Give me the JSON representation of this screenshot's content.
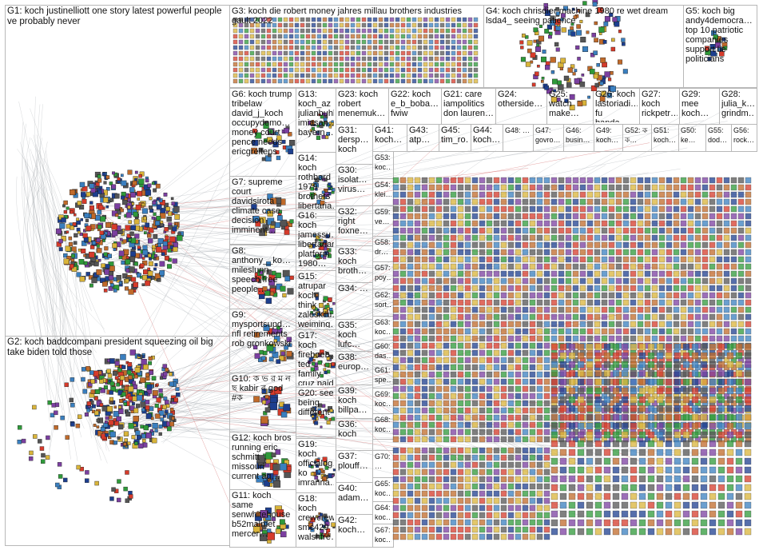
{
  "window": {
    "title": "NodeXL network graph - koch"
  },
  "colors": {
    "panel_border": "#b8b8b8",
    "edge_gray": "#9aa0a6",
    "edge_red": "#c83a3a",
    "edge_green": "#2f8f3a",
    "node_blue": "#1d3f8f",
    "node_red": "#d63b2b",
    "node_green": "#2f9a3a",
    "node_purple": "#7b3fa0",
    "node_yellow": "#d9b43a"
  },
  "groups": [
    {
      "id": "G1",
      "label": "G1: koch justinelliott one story latest powerful people ve probably never"
    },
    {
      "id": "G2",
      "label": "G2: koch baddcompani president squeezing oil big take biden told those"
    },
    {
      "id": "G3",
      "label": "G3: koch die robert money jahres millau brothers industries gault 2022"
    },
    {
      "id": "G4",
      "label": "G4: koch chrisdier machine 1980 re wet dream lsda4_ seeing patience"
    },
    {
      "id": "G5",
      "label": "G5: koch big andy4democra… top 10 patriotic companies support lie politicians"
    },
    {
      "id": "G6",
      "label": "G6: koch trump tribelaw david_j_koch occupydemo… money court pence needs ericgreitens"
    },
    {
      "id": "G7",
      "label": "G7: supreme court davidsirota climate case decision imminent…"
    },
    {
      "id": "G8",
      "label": "G8: anthony__ko… mileslunn speech free people…"
    },
    {
      "id": "G9",
      "label": "G9: mysportsupd… nfl retirements rob gronkowski"
    },
    {
      "id": "G10",
      "label": "G10: ক ভ র ম ন ছ kabir ৰ god #ক"
    },
    {
      "id": "G12",
      "label": "G12: koch bros running eric schmitt missouri current ag…"
    },
    {
      "id": "G11",
      "label": "G11: koch same senwhitehouse b52malmet mercer…"
    },
    {
      "id": "G13",
      "label": "G13: koch_az julianbuhl imiasan… bayern…"
    },
    {
      "id": "G14",
      "label": "G14: koch rothbard 1979 brothers libertaria…"
    },
    {
      "id": "G16",
      "label": "G16: koch jamessu… libertarian platform 1980…"
    },
    {
      "id": "G15",
      "label": "G15: atrupar koch think zaleskilu… weiming…"
    },
    {
      "id": "G17",
      "label": "G17: koch fireboeb… ted family cruz paid escort…"
    },
    {
      "id": "G20",
      "label": "G20: see being different"
    },
    {
      "id": "G19",
      "label": "G19: koch officialdg… ko imranria…"
    },
    {
      "id": "G18",
      "label": "G18: koch crewcrew smc429 walshfre…"
    },
    {
      "id": "G23",
      "label": "G23: koch robert menemuk…"
    },
    {
      "id": "G22",
      "label": "G22: koch e_b_boba… fwiw"
    },
    {
      "id": "G21",
      "label": "G21: care iampolitics don lauren…"
    },
    {
      "id": "G24",
      "label": "G24: otherside…"
    },
    {
      "id": "G25",
      "label": "G25: watch make…"
    },
    {
      "id": "G26",
      "label": "G26: koch lastoriadi… fu banda…"
    },
    {
      "id": "G27",
      "label": "G27: koch rickpetr…"
    },
    {
      "id": "G29",
      "label": "G29: mee koch…"
    },
    {
      "id": "G28",
      "label": "G28: julia_k… grindm…"
    },
    {
      "id": "G31",
      "label": "G31: dersp… koch"
    },
    {
      "id": "G30",
      "label": "G30: isolat… virus…"
    },
    {
      "id": "G32",
      "label": "G32: right foxne…"
    },
    {
      "id": "G33",
      "label": "G33: koch broth…"
    },
    {
      "id": "G34",
      "label": "G34: …"
    },
    {
      "id": "G35",
      "label": "G35: koch lufc…"
    },
    {
      "id": "G38",
      "label": "G38: europ…"
    },
    {
      "id": "G39",
      "label": "G39: koch billpa…"
    },
    {
      "id": "G36",
      "label": "G36: koch"
    },
    {
      "id": "G37",
      "label": "G37: plouff…"
    },
    {
      "id": "G40",
      "label": "G40: adam…"
    },
    {
      "id": "G42",
      "label": "G42: koch…"
    },
    {
      "id": "G41",
      "label": "G41: koch…"
    },
    {
      "id": "G43",
      "label": "G43: atp…"
    },
    {
      "id": "G45",
      "label": "G45: tim_ro…"
    },
    {
      "id": "G44",
      "label": "G44: koch…"
    },
    {
      "id": "G48",
      "label": "G48: …"
    },
    {
      "id": "G47",
      "label": "G47: govro…"
    },
    {
      "id": "G46",
      "label": "G46: busin…"
    },
    {
      "id": "G49",
      "label": "G49: koch…"
    },
    {
      "id": "G52",
      "label": "G52: ক ক…"
    },
    {
      "id": "G51",
      "label": "G51: koch…"
    },
    {
      "id": "G50",
      "label": "G50: ke…"
    },
    {
      "id": "G55",
      "label": "G55: dod…"
    },
    {
      "id": "G56",
      "label": "G56: rock…"
    },
    {
      "id": "G53",
      "label": "G53: koc…"
    },
    {
      "id": "G54",
      "label": "G54: klei…"
    },
    {
      "id": "G59",
      "label": "G59: ve…"
    },
    {
      "id": "G58",
      "label": "G58: dr…"
    },
    {
      "id": "G57",
      "label": "G57: poy…"
    },
    {
      "id": "G62",
      "label": "G62: sort…"
    },
    {
      "id": "G63",
      "label": "G63: koc…"
    },
    {
      "id": "G60",
      "label": "G60: das…"
    },
    {
      "id": "G61",
      "label": "G61: spe…"
    },
    {
      "id": "G69",
      "label": "G69: koc…"
    },
    {
      "id": "G68",
      "label": "G68: koc…"
    },
    {
      "id": "G70",
      "label": "G70: …"
    },
    {
      "id": "G65",
      "label": "G65: koc…"
    },
    {
      "id": "G64",
      "label": "G64: koc…"
    },
    {
      "id": "G67",
      "label": "G67: koc…"
    }
  ]
}
